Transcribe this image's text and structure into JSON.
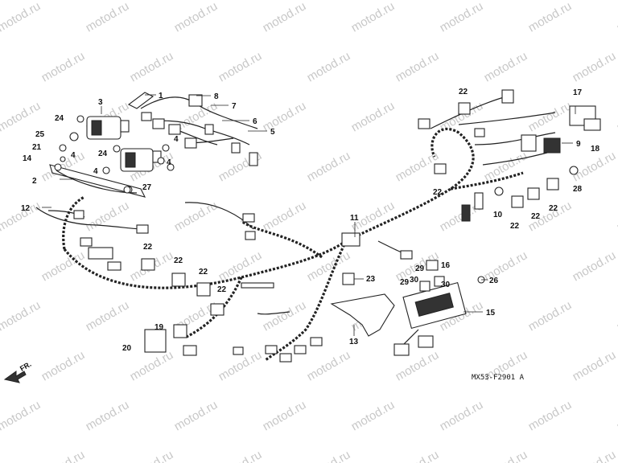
{
  "watermark": "motod.ru",
  "diagram_code": "MX53-F2901 A",
  "front_indicator": "FR.",
  "callouts": [
    "1",
    "2",
    "3",
    "4",
    "5",
    "6",
    "7",
    "8",
    "9",
    "10",
    "11",
    "12",
    "13",
    "14",
    "15",
    "16",
    "17",
    "18",
    "19",
    "20",
    "21",
    "22",
    "23",
    "24",
    "25",
    "26",
    "27",
    "28",
    "29",
    "30"
  ]
}
